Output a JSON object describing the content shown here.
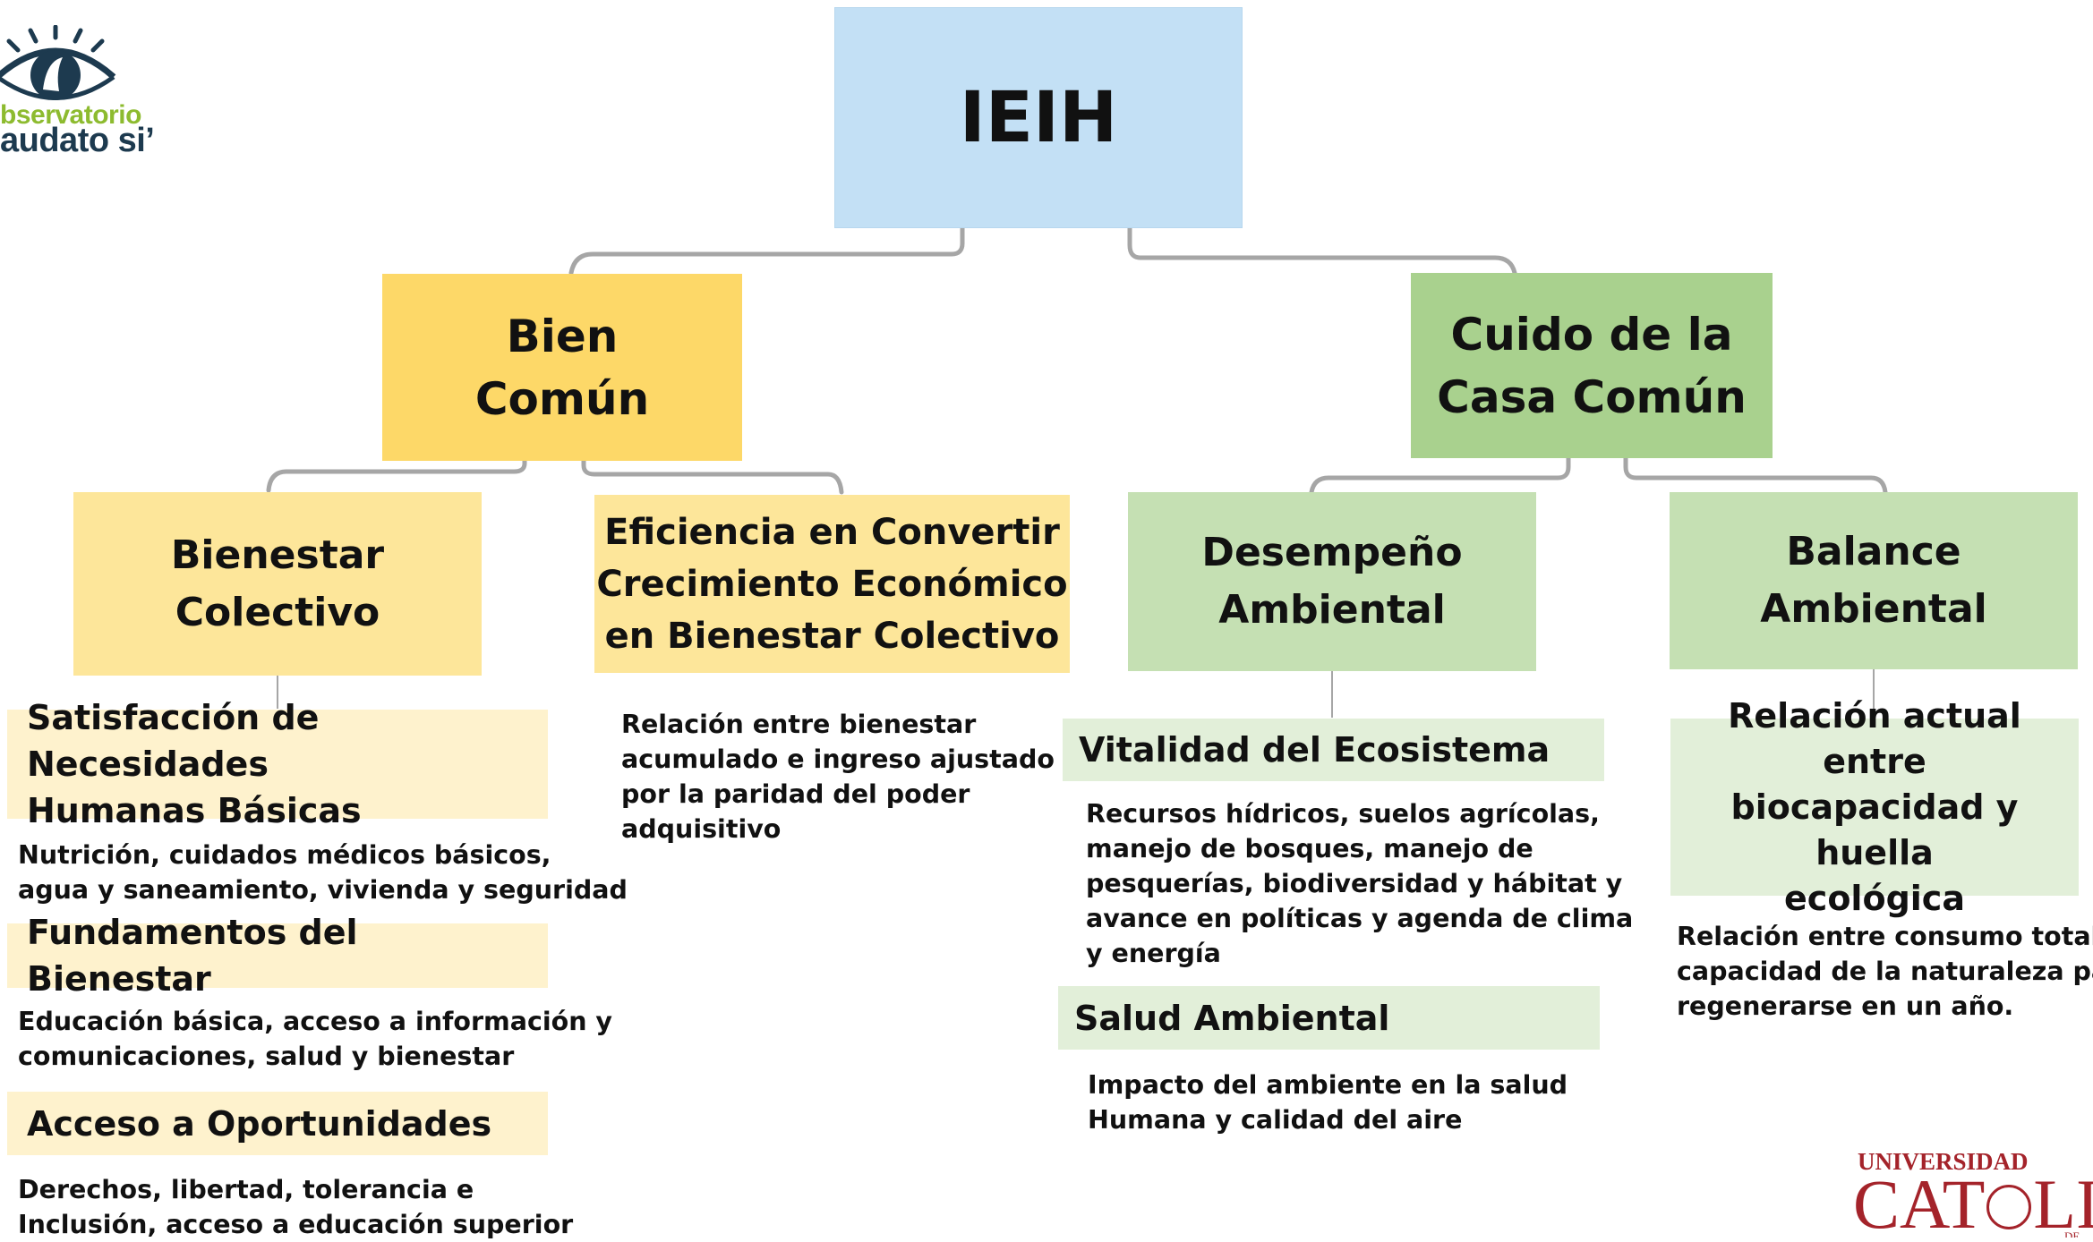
{
  "logo_left": {
    "line1": "bservatorio",
    "line2": "audato si’"
  },
  "logo_right": {
    "line1": "UNIVERSIDAD",
    "line2": "CAT",
    "line3": "LI",
    "line4": "DE"
  },
  "colors": {
    "root": "#c3e0f5",
    "bien_comun": "#fdd868",
    "bien_sub": "#fde69a",
    "bien_band": "#fef2cd",
    "cuidado": "#a9d18e",
    "cuidado_sub": "#c5e0b3",
    "cuidado_band": "#e2efd9",
    "connector": "#a6a6a6"
  },
  "root": {
    "label": "IEIH"
  },
  "level1": {
    "left": {
      "line1": "Bien",
      "line2": "Común"
    },
    "right": {
      "line1": "Cuido de la",
      "line2": "Casa Común"
    }
  },
  "level2": {
    "bienestar": {
      "line1": "Bienestar",
      "line2": "Colectivo"
    },
    "eficiencia": {
      "line1": "Eficiencia en Convertir",
      "line2": "Crecimiento Económico",
      "line3": "en Bienestar Colectivo"
    },
    "desempeno": {
      "line1": "Desempeño",
      "line2": "Ambiental"
    },
    "balance": {
      "line1": "Balance",
      "line2": "Ambiental"
    }
  },
  "bienestar_items": [
    {
      "title1": "Satisfacción de Necesidades",
      "title2": "Humanas Básicas",
      "desc1": "Nutrición, cuidados médicos básicos,",
      "desc2": "agua y saneamiento, vivienda y seguridad"
    },
    {
      "title1": "Fundamentos del Bienestar",
      "desc1": "Educación básica, acceso a información y",
      "desc2": "comunicaciones, salud y bienestar"
    },
    {
      "title1": "Acceso a Oportunidades",
      "desc1": "Derechos, libertad, tolerancia e",
      "desc2": "Inclusión, acceso a educación superior"
    }
  ],
  "eficiencia_desc": {
    "line1": "Relación entre bienestar",
    "line2": "acumulado e ingreso ajustado",
    "line3": "por la paridad del poder",
    "line4": "adquisitivo"
  },
  "desempeno_items": [
    {
      "title": "Vitalidad del Ecosistema",
      "desc1": "Recursos hídricos, suelos agrícolas,",
      "desc2": "manejo de bosques, manejo de",
      "desc3": "pesquerías, biodiversidad y hábitat y",
      "desc4": "avance en políticas y agenda de clima",
      "desc5": "y energía"
    },
    {
      "title": "Salud Ambiental",
      "desc1": "Impacto del ambiente en la salud",
      "desc2": "Humana y calidad del aire"
    }
  ],
  "balance_item": {
    "title1": "Relación actual entre",
    "title2": "biocapacidad y huella",
    "title3": "ecológica",
    "desc1": "Relación entre consumo total y la",
    "desc2": "capacidad de la naturaleza para",
    "desc3": "regenerarse en un año."
  }
}
